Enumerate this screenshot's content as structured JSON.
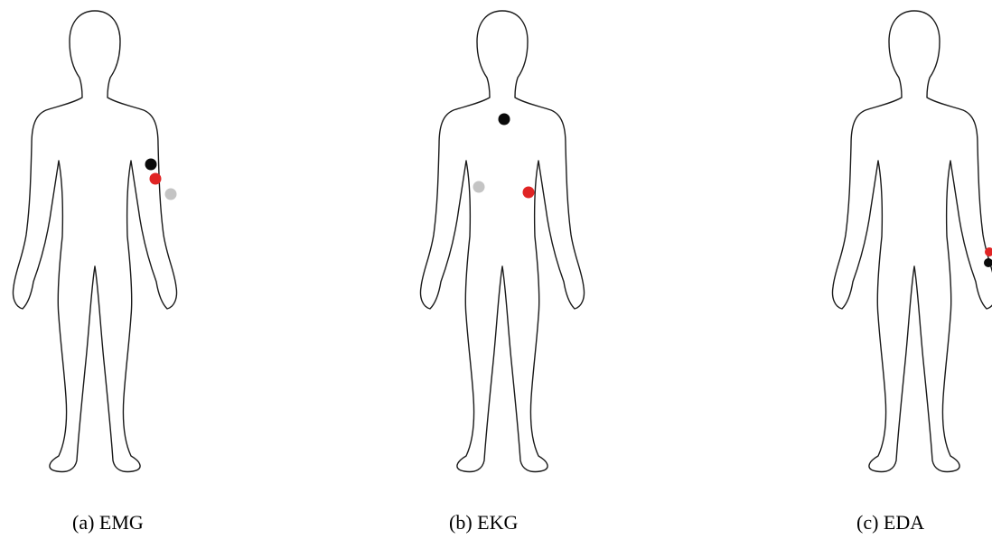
{
  "colors": {
    "electrode_black": "#0a0a0a",
    "electrode_red": "#e02424",
    "electrode_gray": "#c4c4c4",
    "outline": "#1a1a1a"
  },
  "panels": [
    {
      "caption": "(a) EMG",
      "electrodes": [
        {
          "color": "black"
        },
        {
          "color": "red"
        },
        {
          "color": "gray"
        }
      ]
    },
    {
      "caption": "(b) EKG",
      "electrodes": [
        {
          "color": "black"
        },
        {
          "color": "gray"
        },
        {
          "color": "red"
        }
      ]
    },
    {
      "caption": "(c) EDA",
      "electrodes": [
        {
          "color": "red"
        },
        {
          "color": "black"
        }
      ]
    }
  ]
}
